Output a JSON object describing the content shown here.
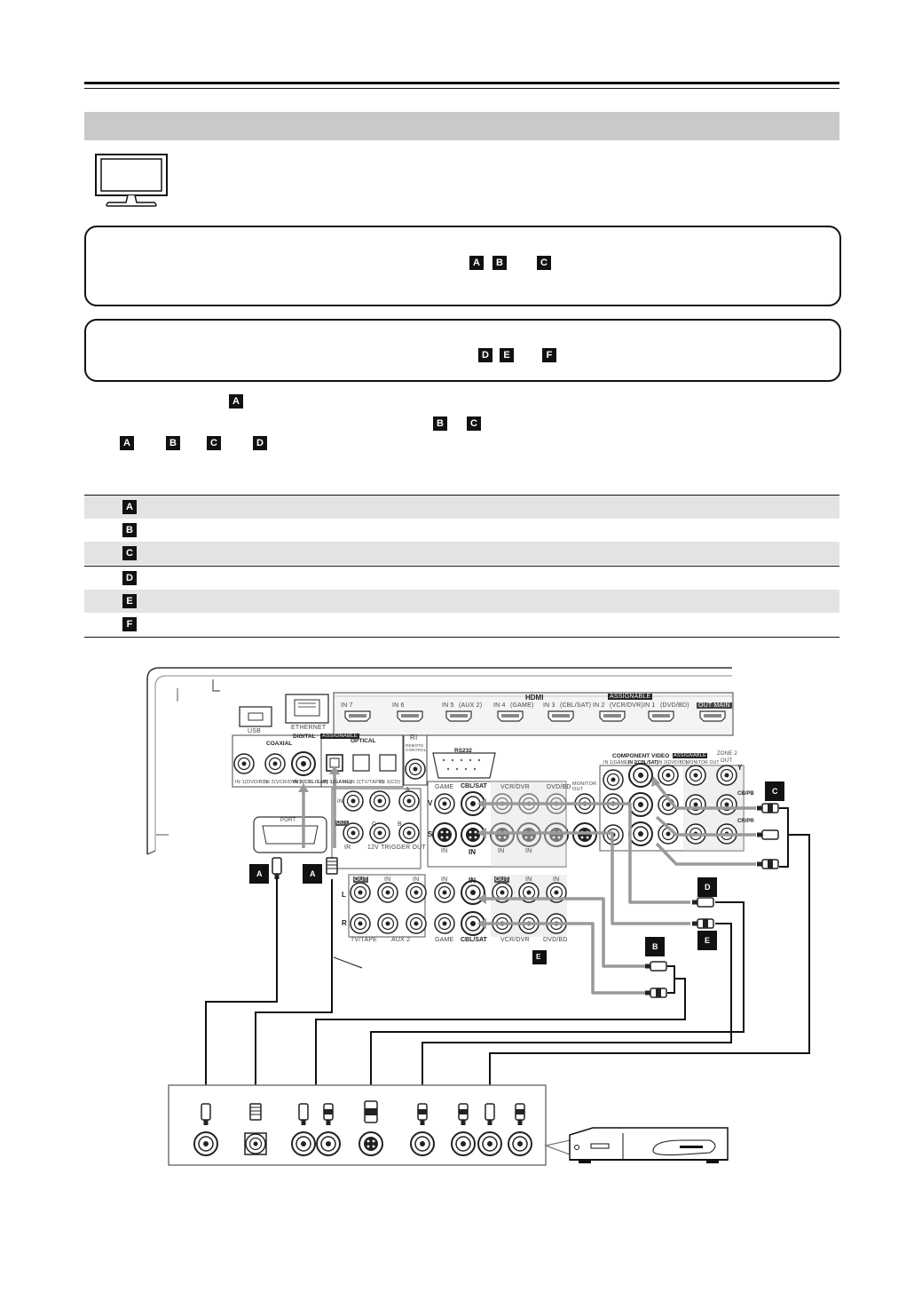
{
  "badges": [
    "A",
    "B",
    "C",
    "D",
    "E",
    "F"
  ],
  "labels": {
    "usb": "USB",
    "ethernet": "ETHERNET",
    "hdmi": "HDMI",
    "assignable": "ASSIGNABLE",
    "hdmi_in7": "IN 7",
    "hdmi_in6": "IN 6",
    "hdmi_in5": "IN 5",
    "hdmi_in5_sub": "(AUX 2)",
    "hdmi_in4": "IN 4",
    "hdmi_in4_sub": "(GAME)",
    "hdmi_in3": "IN 3",
    "hdmi_in3_sub": "(CBL/SAT)",
    "hdmi_in2": "IN 2",
    "hdmi_in2_sub": "(VCR/DVR)",
    "hdmi_in1": "IN 1",
    "hdmi_in1_sub": "(DVD/BD)",
    "hdmi_out_main": "OUT MAIN",
    "digital": "DIGITAL",
    "coaxial": "COAXIAL",
    "optical": "OPTICAL",
    "coax_in1": "IN 1(DVD/BD)",
    "coax_in2": "IN 2(VCR/DVR)",
    "coax_in3": "IN 3(CBL/SAT)",
    "opt_in1": "IN 1(GAME)",
    "opt_in2": "IN 2(TV/TAPE)",
    "opt_in3": "IN 3(CD)",
    "remote_control": "REMOTE CONTROL",
    "rs232": "RS232",
    "ri": "RI",
    "port": "PORT",
    "ir": "IR",
    "ir_in": "IN",
    "ir_out": "OUT",
    "trigger": "12V TRIGGER OUT",
    "trig_a": "A",
    "trig_b": "B",
    "trig_c": "C",
    "game": "GAME",
    "cbl_sat": "CBL/SAT",
    "vcr_dvr": "VCR/DVR",
    "dvd_bd": "DVD/BD",
    "monitor_out": "MONITOR OUT",
    "v": "V",
    "s": "S",
    "in": "IN",
    "out": "OUT",
    "l": "L",
    "r": "R",
    "tv_tape": "TV/TAPE",
    "aux2": "AUX 2",
    "component_video": "COMPONENT VIDEO",
    "comp_assign": "ASSIGNABLE",
    "comp_in1": "IN 1(GAME)",
    "comp_in2": "IN 2(CBL/SAT)",
    "comp_in3": "IN 3(DVD/BD)",
    "comp_monitor": "MONITOR OUT",
    "zone2": "ZONE 2",
    "zone2_out": "OUT",
    "y": "Y",
    "cb": "CB/PB",
    "cr": "CR/PR"
  }
}
